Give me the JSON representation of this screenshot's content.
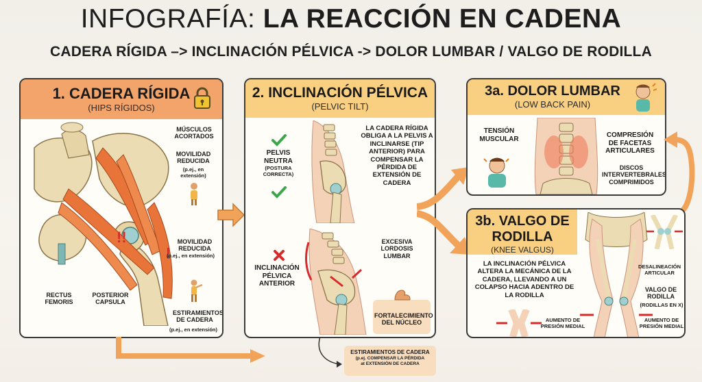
{
  "header": {
    "title_prefix": "INFOGRAFÍA:",
    "title_main": "LA REACCIÓN EN CADENA",
    "subtitle": "CADERA RÍGIDA –> INCLINACIÓN PÉLVICA -> DOLOR LUMBAR / VALGO DE RODILLA"
  },
  "panel1": {
    "title": "1. CADERA RÍGIDA",
    "subtitle": "(HIPS RÍGIDOS)",
    "labels": {
      "musculos": "MÚSCULOS ACORTADOS",
      "movilidad_title": "MOVILIDAD REDUCIDA",
      "movilidad_sub": "(p.ej., en extensión)",
      "movilidad2_title": "MOVILIDAD REDUCIDA",
      "movilidad2_sub": "(p.ej., en extensión)",
      "rectus": "RECTUS FEMORIS",
      "posterior": "POSTERIOR CAPSULA",
      "estiramientos_title": "ESTIRAMIENTOS DE CADERA",
      "estiramientos_sub": "(p.ej., en extensión)"
    }
  },
  "panel2": {
    "title": "2. INCLINACIÓN PÉLVICA",
    "subtitle": "(PELVIC TILT)",
    "pelvis_neutra_title": "PELVIS NEUTRA",
    "pelvis_neutra_sub": "(POSTURA CORRECTA)",
    "description": "LA CADERA RÍGIDA OBLIGA A LA PELVIS A INCLINARSE (TIP ANTERIOR) PARA COMPENSAR LA PÉRDIDA DE EXTENSIÓN DE CADERA",
    "inclinacion": "INCLINACIÓN PÉLVICA ANTERIOR",
    "lordosis": "EXCESIVA LORDOSIS LUMBAR",
    "fortalecimiento": "FORTALECIMIENTO DEL NÚCLEO"
  },
  "panel3a": {
    "title": "3a. DOLOR LUMBAR",
    "subtitle": "(LOW BACK PAIN)",
    "tension": "TENSIÓN MUSCULAR",
    "compresion": "COMPRESIÓN DE FACETAS ARTICULARES",
    "discos": "DISCOS INTERVERTEBRALES COMPRIMIDOS"
  },
  "panel3b": {
    "title_line1": "3b. VALGO DE",
    "title_line2": "RODILLA",
    "subtitle": "(KNEE VALGUS)",
    "description": "LA INCLINACIÓN PÉLVICA ALTERA LA MECÁNICA DE LA CADERA, LLEVANDO A UN COLAPSO HACIA ADENTRO DE LA RODILLA",
    "desalineacion": "DESALINEACIÓN ARTICULAR",
    "valgo_title": "VALGO DE RODILLA",
    "valgo_sub": "(RODILLAS EN X)",
    "aumento1": "AUMENTO DE PRESIÓN MEDIAL",
    "aumento2": "AUMENTO DE PRESIÓN MEDIAL"
  },
  "bottom_note": {
    "line1": "ESTIRAMIENTOS DE CADERA",
    "line2": "(p.ej. COMPENSAR LA PÉRDIDA",
    "line3": "at EXTENSIÓN DE CADERA"
  },
  "colors": {
    "orange_header": "#f3a46b",
    "yellow_header": "#f9cf82",
    "arrow": "#f2a35a",
    "muscle": "#e8743a",
    "bone": "#ecdcb4"
  }
}
